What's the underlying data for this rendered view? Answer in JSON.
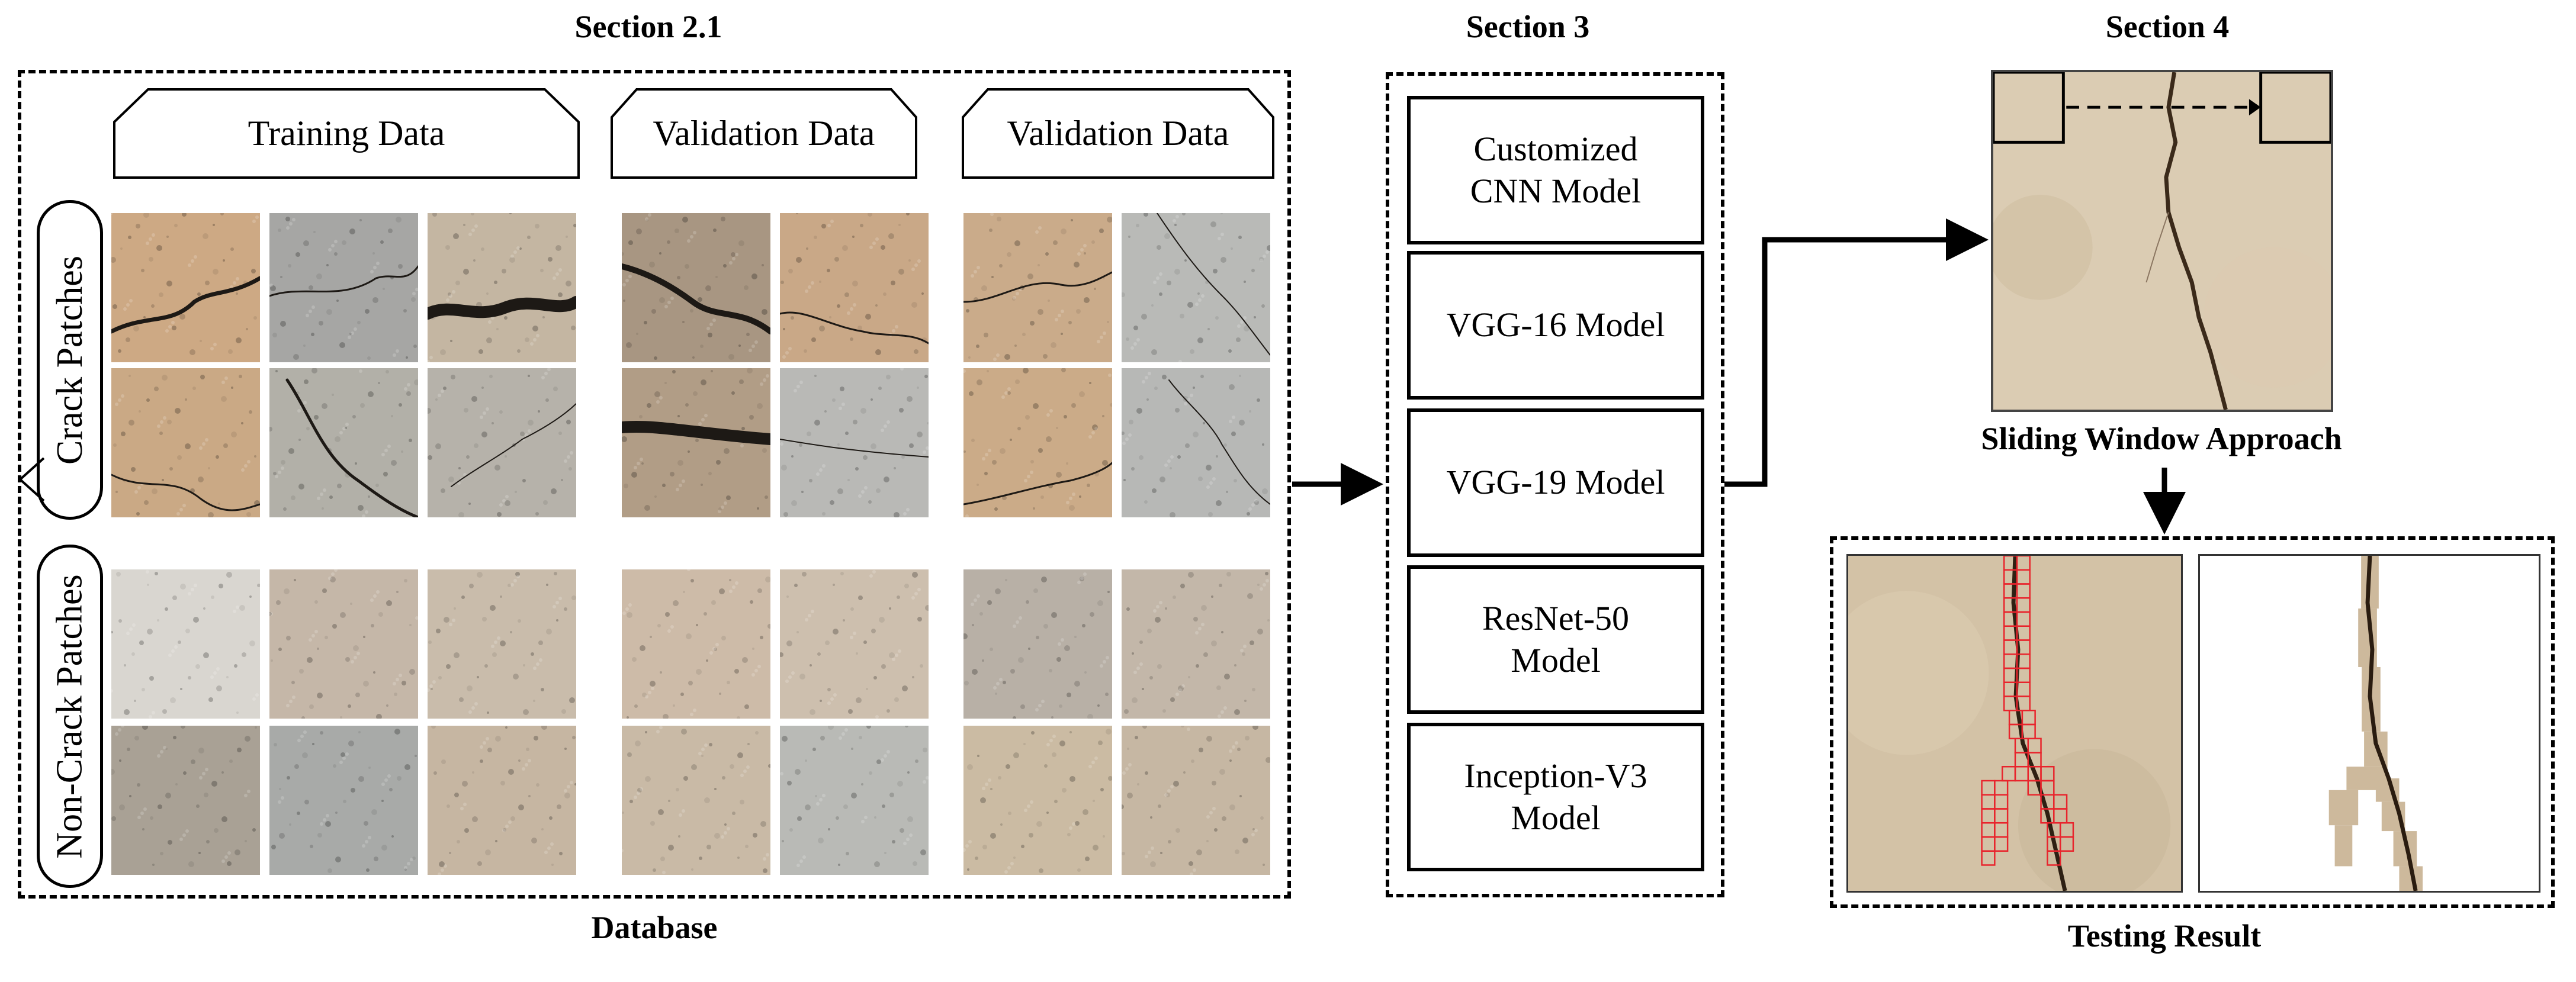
{
  "sections": {
    "s21": "Section 2.1",
    "s3": "Section 3",
    "s4": "Section 4"
  },
  "database": {
    "tabs": [
      "Training Data",
      "Validation Data",
      "Validation Data"
    ],
    "row_labels": [
      "Crack Patches",
      "Non-Crack Patches"
    ],
    "caption": "Database"
  },
  "models": [
    "Customized\nCNN Model",
    "VGG-16 Model",
    "VGG-19 Model",
    "ResNet-50\nModel",
    "Inception-V3\nModel"
  ],
  "sliding_caption": "Sliding Window Approach",
  "testing_caption": "Testing Result",
  "colors": {
    "detection_box": "#e8242c",
    "concrete_tan": "#cbb79a",
    "concrete_grey": "#a9a9a6"
  }
}
